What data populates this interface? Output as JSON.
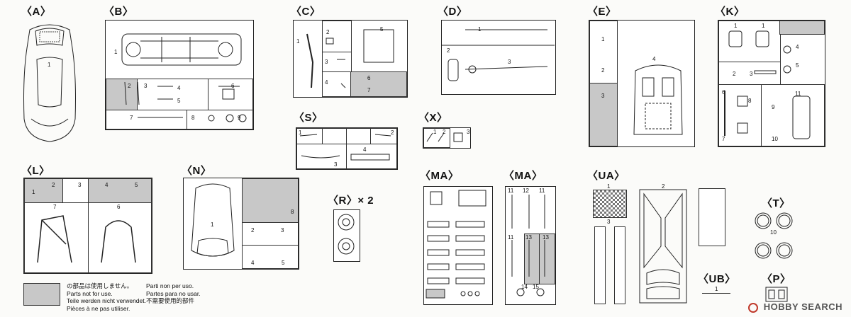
{
  "labels": {
    "A": "〈A〉",
    "B": "〈B〉",
    "C": "〈C〉",
    "D": "〈D〉",
    "E": "〈E〉",
    "K": "〈K〉",
    "L": "〈L〉",
    "N": "〈N〉",
    "S": "〈S〉",
    "X": "〈X〉",
    "R": "〈R〉× 2",
    "MA1": "〈MA〉",
    "MA2": "〈MA〉",
    "UA": "〈UA〉",
    "T": "〈T〉",
    "UB": "〈UB〉",
    "P": "〈P〉"
  },
  "legend": {
    "lines": [
      "の部品は使用しません。",
      "Parts not for use.",
      "Teile werden nicht verwendet.",
      "Pièces à ne pas utiliser.",
      "Parti non per uso.",
      "Partes para no usar.",
      "不需要使用的部件"
    ]
  },
  "watermark": "HOBBY SEARCH",
  "colors": {
    "unused_parts": "#c8c8c8",
    "line": "#222222"
  },
  "numbers": {
    "A": [
      "1"
    ],
    "B": [
      "1",
      "2",
      "3",
      "4",
      "5",
      "6",
      "7",
      "8",
      "9"
    ],
    "C": [
      "1",
      "2",
      "3",
      "4",
      "5",
      "6",
      "7"
    ],
    "D": [
      "1",
      "2",
      "3"
    ],
    "E": [
      "1",
      "2",
      "3",
      "4"
    ],
    "K": [
      "1",
      "1",
      "2",
      "3",
      "4",
      "5",
      "6",
      "7",
      "8",
      "9",
      "10",
      "11"
    ],
    "L": [
      "1",
      "2",
      "3",
      "4",
      "5",
      "6",
      "7"
    ],
    "N": [
      "1",
      "2",
      "3",
      "4",
      "5",
      "8"
    ],
    "S": [
      "1",
      "2",
      "3",
      "4"
    ],
    "X": [
      "1",
      "2",
      "3"
    ],
    "MA2": [
      "11",
      "12",
      "11",
      "11",
      "13",
      "13",
      "14",
      "15"
    ],
    "UA": [
      "1",
      "2",
      "3"
    ],
    "T": [
      "10"
    ],
    "UB": [
      "1"
    ]
  }
}
